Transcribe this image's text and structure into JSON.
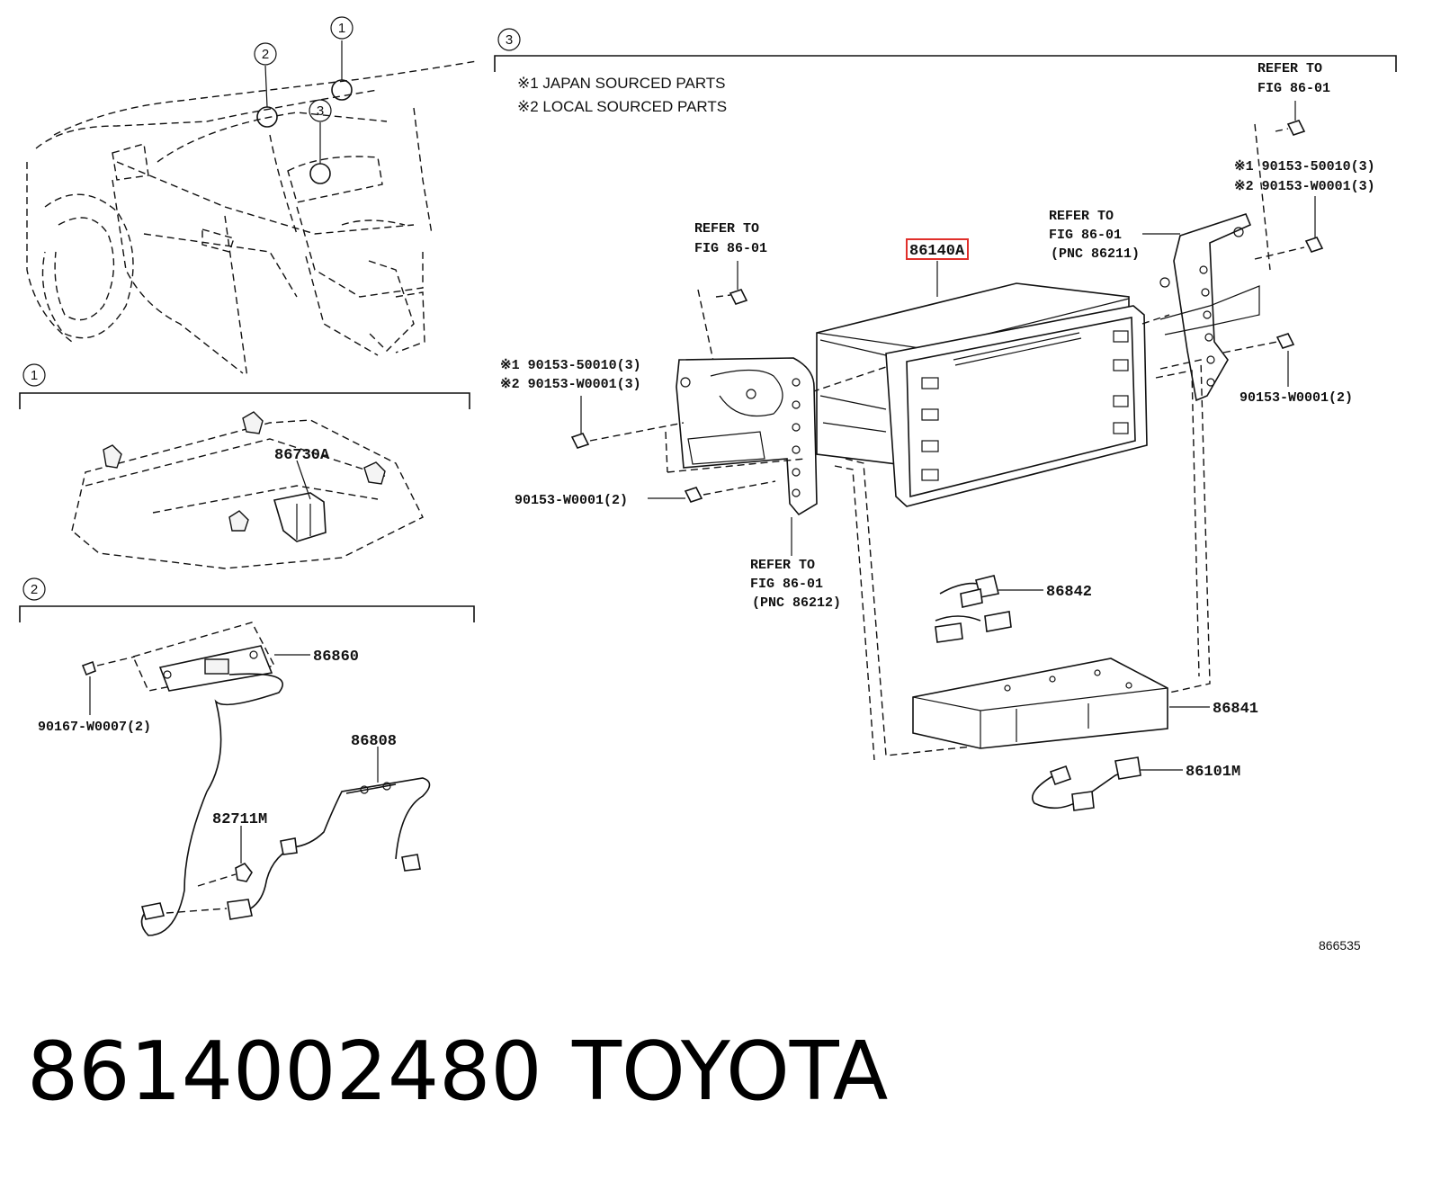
{
  "callouts": [
    "1",
    "2",
    "3"
  ],
  "notes": {
    "japan": "※1 JAPAN SOURCED PARTS",
    "local": "※2 LOCAL SOURCED PARTS"
  },
  "labels": {
    "p86730A": "86730A",
    "p86860": "86860",
    "p90167": "90167-W0007(2)",
    "p86808": "86808",
    "p82711M": "82711M",
    "ref_tl_1": "REFER TO",
    "ref_tl_2": "FIG 86-01",
    "p86140A": "86140A",
    "ref_tc_1": "REFER TO",
    "ref_tc_2": "FIG 86-01",
    "ref_tc_3": "(PNC 86211)",
    "ref_tr_1": "REFER TO",
    "ref_tr_2": "FIG 86-01",
    "bolt_r_1": "※1 90153-50010(3)",
    "bolt_r_2": "※2 90153-W0001(3)",
    "bolt_l_1": "※1 90153-50010(3)",
    "bolt_l_2": "※2 90153-W0001(3)",
    "bolt_r_3": "90153-W0001(2)",
    "bolt_l_3": "90153-W0001(2)",
    "ref_bl_1": "REFER TO",
    "ref_bl_2": "FIG 86-01",
    "ref_bl_3": "(PNC 86212)",
    "p86842": "86842",
    "p86841": "86841",
    "p86101M": "86101M",
    "fig_no": "866535"
  },
  "footer": {
    "part_number": "8614002480",
    "brand": "TOYOTA"
  },
  "highlight_color": "#e0302b"
}
